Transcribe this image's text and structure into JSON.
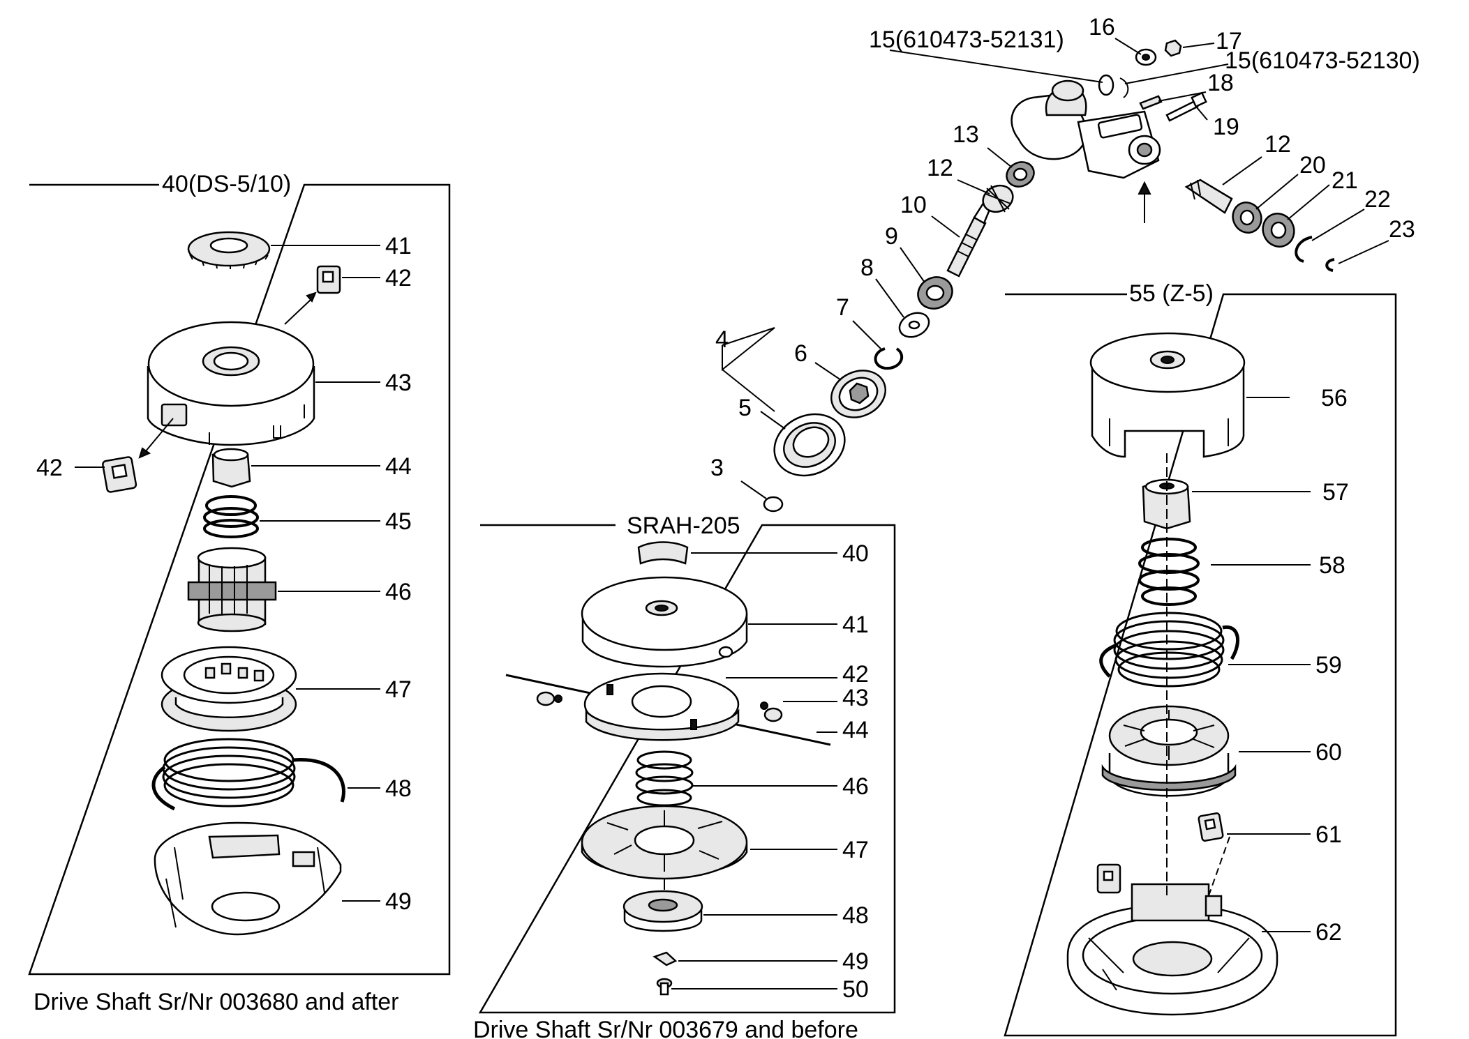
{
  "gearhead": {
    "labels": [
      "3",
      "4",
      "5",
      "6",
      "7",
      "8",
      "9",
      "10",
      "12",
      "13",
      "12",
      "15(610473-52131)",
      "16",
      "17",
      "15(610473-52130)",
      "18",
      "19",
      "20",
      "21",
      "22",
      "23"
    ]
  },
  "kit_left": {
    "title": "40(DS-5/10)",
    "labels": [
      "41",
      "42",
      "43",
      "42",
      "44",
      "45",
      "46",
      "47",
      "48",
      "49"
    ],
    "caption": "Drive Shaft Sr/Nr 003680 and after"
  },
  "kit_middle": {
    "title": "SRAH-205",
    "labels": [
      "40",
      "41",
      "42",
      "43",
      "44",
      "46",
      "47",
      "48",
      "49",
      "50"
    ],
    "caption": "Drive Shaft Sr/Nr 003679 and before"
  },
  "kit_right": {
    "title": "55 (Z-5)",
    "labels": [
      "56",
      "57",
      "58",
      "59",
      "60",
      "61",
      "62"
    ]
  }
}
